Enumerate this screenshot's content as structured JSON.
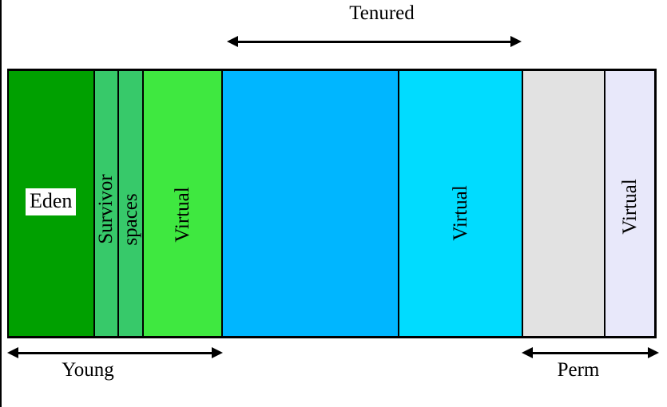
{
  "labels": {
    "tenured": "Tenured",
    "young": "Young",
    "perm": "Perm",
    "eden": "Eden",
    "survivor": "Survivor",
    "spaces": "spaces",
    "virtual": "Virtual"
  },
  "colors": {
    "eden": "#00a000",
    "survivor": "#37c96a",
    "young_virtual": "#3fe840",
    "tenured": "#00b6ff",
    "tenured_virtual": "#00dcff",
    "perm": "#e2e2e2",
    "perm_virtual": "#e8e8fa"
  }
}
